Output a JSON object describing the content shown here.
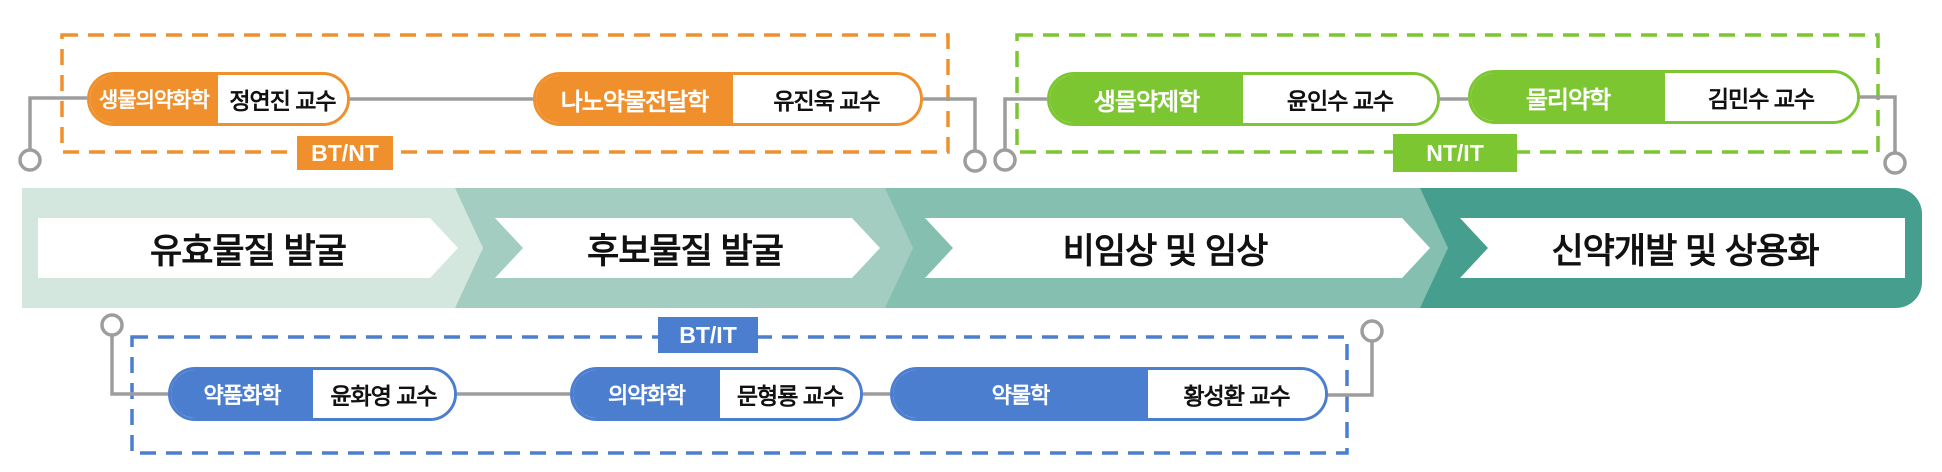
{
  "pipeline": {
    "stages": [
      {
        "label": "유효물질 발굴"
      },
      {
        "label": "후보물질 발굴"
      },
      {
        "label": "비임상 및 임상"
      },
      {
        "label": "신약개발 및 상용화"
      }
    ]
  },
  "groups": [
    {
      "badge": "BT/NT",
      "members": [
        {
          "subject": "생물의약화학",
          "professor": "정연진 교수"
        },
        {
          "subject": "나노약물전달학",
          "professor": "유진욱 교수"
        }
      ]
    },
    {
      "badge": "NT/IT",
      "members": [
        {
          "subject": "생물약제학",
          "professor": "윤인수 교수"
        },
        {
          "subject": "물리약학",
          "professor": "김민수 교수"
        }
      ]
    },
    {
      "badge": "BT/IT",
      "members": [
        {
          "subject": "약품화학",
          "professor": "윤화영 교수"
        },
        {
          "subject": "의약화학",
          "professor": "문형룡 교수"
        },
        {
          "subject": "약물학",
          "professor": "황성환 교수"
        }
      ]
    }
  ],
  "colors": {
    "orange": "#F0902C",
    "green": "#7CC632",
    "blue": "#4C7ED0",
    "stage1": "#D3E7DF",
    "stage2": "#A3CDC0",
    "stage3": "#85BFB0",
    "stage4": "#469E8F",
    "connector": "#9D9D9D"
  }
}
